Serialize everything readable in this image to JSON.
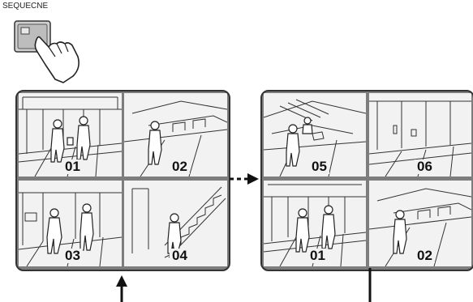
{
  "button": {
    "label": "SEQUECNE"
  },
  "monitor_left": {
    "cameras": [
      "01",
      "02",
      "03",
      "04"
    ]
  },
  "monitor_right": {
    "cameras": [
      "05",
      "06",
      "01",
      "02"
    ]
  }
}
